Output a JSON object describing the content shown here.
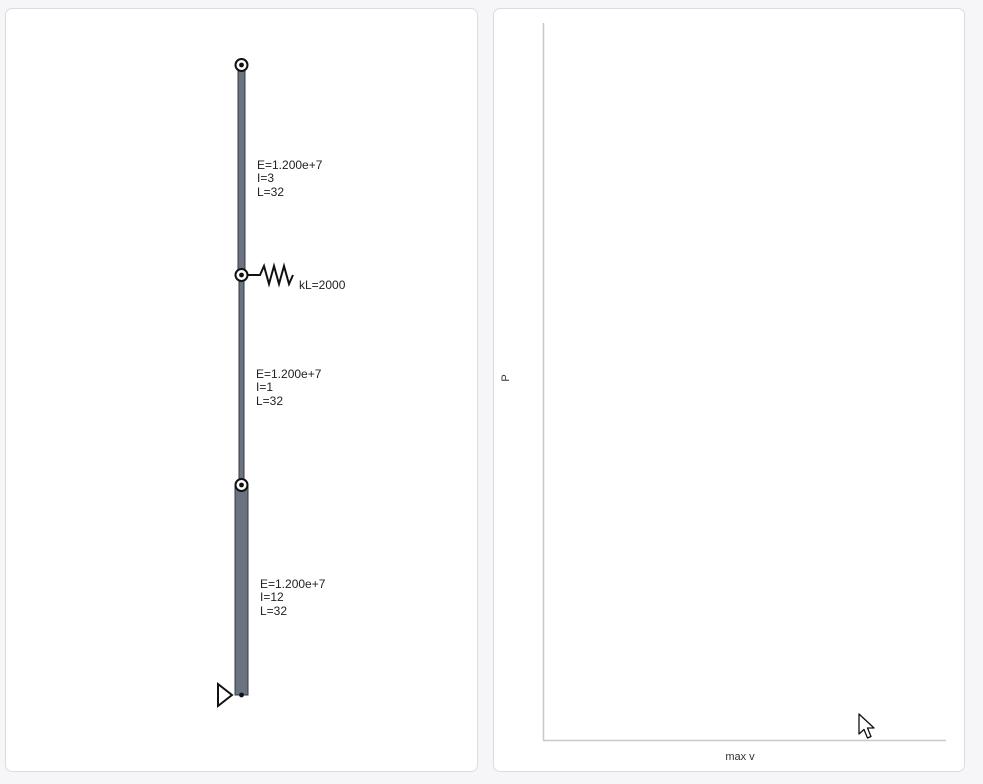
{
  "structure": {
    "members": [
      {
        "name": "member-top",
        "E": "E=1.200e+7",
        "I": "I=3",
        "L": "L=32"
      },
      {
        "name": "member-middle",
        "E": "E=1.200e+7",
        "I": "I=1",
        "L": "L=32"
      },
      {
        "name": "member-bottom",
        "E": "E=1.200e+7",
        "I": "I=12",
        "L": "L=32"
      }
    ],
    "spring": {
      "label": "kL=2000"
    }
  },
  "plot": {
    "xlabel": "max v",
    "ylabel": "P"
  },
  "colors": {
    "member_fill": "#6b7280",
    "member_stroke": "#333a44",
    "axis": "#c8c8cc"
  }
}
